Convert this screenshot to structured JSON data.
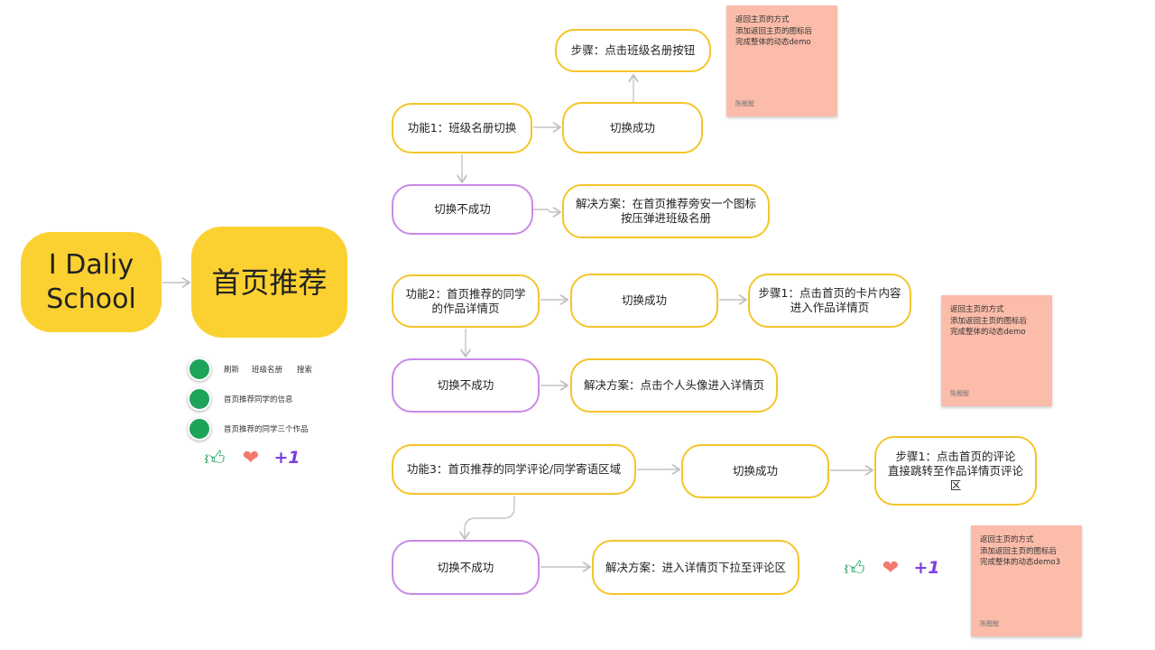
{
  "main": {
    "app_name": "I Daliy\nSchool",
    "center_topic": "首页推荐"
  },
  "features": [
    {
      "feature": "功能1：班级名册切换",
      "success": "切换成功",
      "step": "步骤：点击班级名册按钮",
      "fail": "切换不成功",
      "solution": "解决方案：在首页推荐旁安一个图标\n按压弹进班级名册"
    },
    {
      "feature": "功能2：首页推荐的同学\n的作品详情页",
      "success": "切换成功",
      "step": "步骤1：点击首页的卡片内容\n进入作品详情页",
      "fail": "切换不成功",
      "solution": "解决方案：点击个人头像进入详情页"
    },
    {
      "feature": "功能3：首页推荐的同学评论/同学寄语区域",
      "success": "切换成功",
      "step": "步骤1：点击首页的评论\n直接跳转至作品详情页评论\n区",
      "fail": "切换不成功",
      "solution": "解决方案：进入详情页下拉至评论区"
    }
  ],
  "stickies": [
    {
      "lines": [
        "返回主页的方式",
        "添加返回主页的图标后",
        "完成整体的动态demo"
      ],
      "author": "陈醒醒"
    },
    {
      "lines": [
        "返回主页的方式",
        "添加返回主页的图标后",
        "完成整体的动态demo"
      ],
      "author": "陈醒醒"
    },
    {
      "lines": [
        "返回主页的方式",
        "添加返回主页的图标后",
        "完成整体的动态demo3"
      ],
      "author": "陈醒醒"
    }
  ],
  "legend": [
    {
      "labels": [
        "刷新",
        "班级名册",
        "搜索"
      ]
    },
    {
      "labels": [
        "首页推荐同学的信息"
      ]
    },
    {
      "labels": [
        "首页推荐的同学三个作品"
      ]
    }
  ],
  "reactions": {
    "plus_one": "+1",
    "icons": [
      "thumbs-up-icon",
      "heart-icon",
      "plus-one-icon"
    ]
  },
  "colors": {
    "main_yellow": "#fbd132",
    "success_border": "#f4c52a",
    "fail_border": "#c98ae6",
    "sticky": "#fcbcaa",
    "dot": "#1ea35a"
  }
}
